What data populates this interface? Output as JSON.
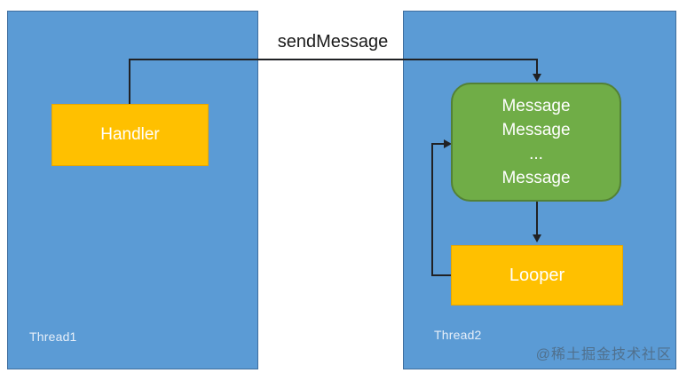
{
  "diagram": {
    "send_message_label": "sendMessage",
    "threads": [
      {
        "label": "Thread1"
      },
      {
        "label": "Thread2"
      }
    ],
    "nodes": {
      "handler": {
        "label": "Handler"
      },
      "queue": {
        "lines": [
          "Message",
          "Message",
          "...",
          "Message"
        ]
      },
      "looper": {
        "label": "Looper"
      }
    },
    "arrows": [
      {
        "name": "send-message-arrow",
        "from": "handler",
        "to": "queue",
        "label": "sendMessage"
      },
      {
        "name": "queue-to-looper-arrow",
        "from": "queue",
        "to": "looper"
      },
      {
        "name": "looper-loop-arrow",
        "from": "looper",
        "to": "queue"
      }
    ],
    "watermark": "@稀土掘金技术社区",
    "colors": {
      "panel_blue": "#5B9BD5",
      "panel_border": "#3F6E9E",
      "gold": "#FFC000",
      "gold_border": "#E7A600",
      "green": "#70AD47",
      "green_border": "#538135",
      "arrow": "#202124",
      "label_dark": "#1a1a1a",
      "thread_label": "#E7EFF9",
      "watermark": "rgba(70,70,70,0.5)"
    }
  }
}
